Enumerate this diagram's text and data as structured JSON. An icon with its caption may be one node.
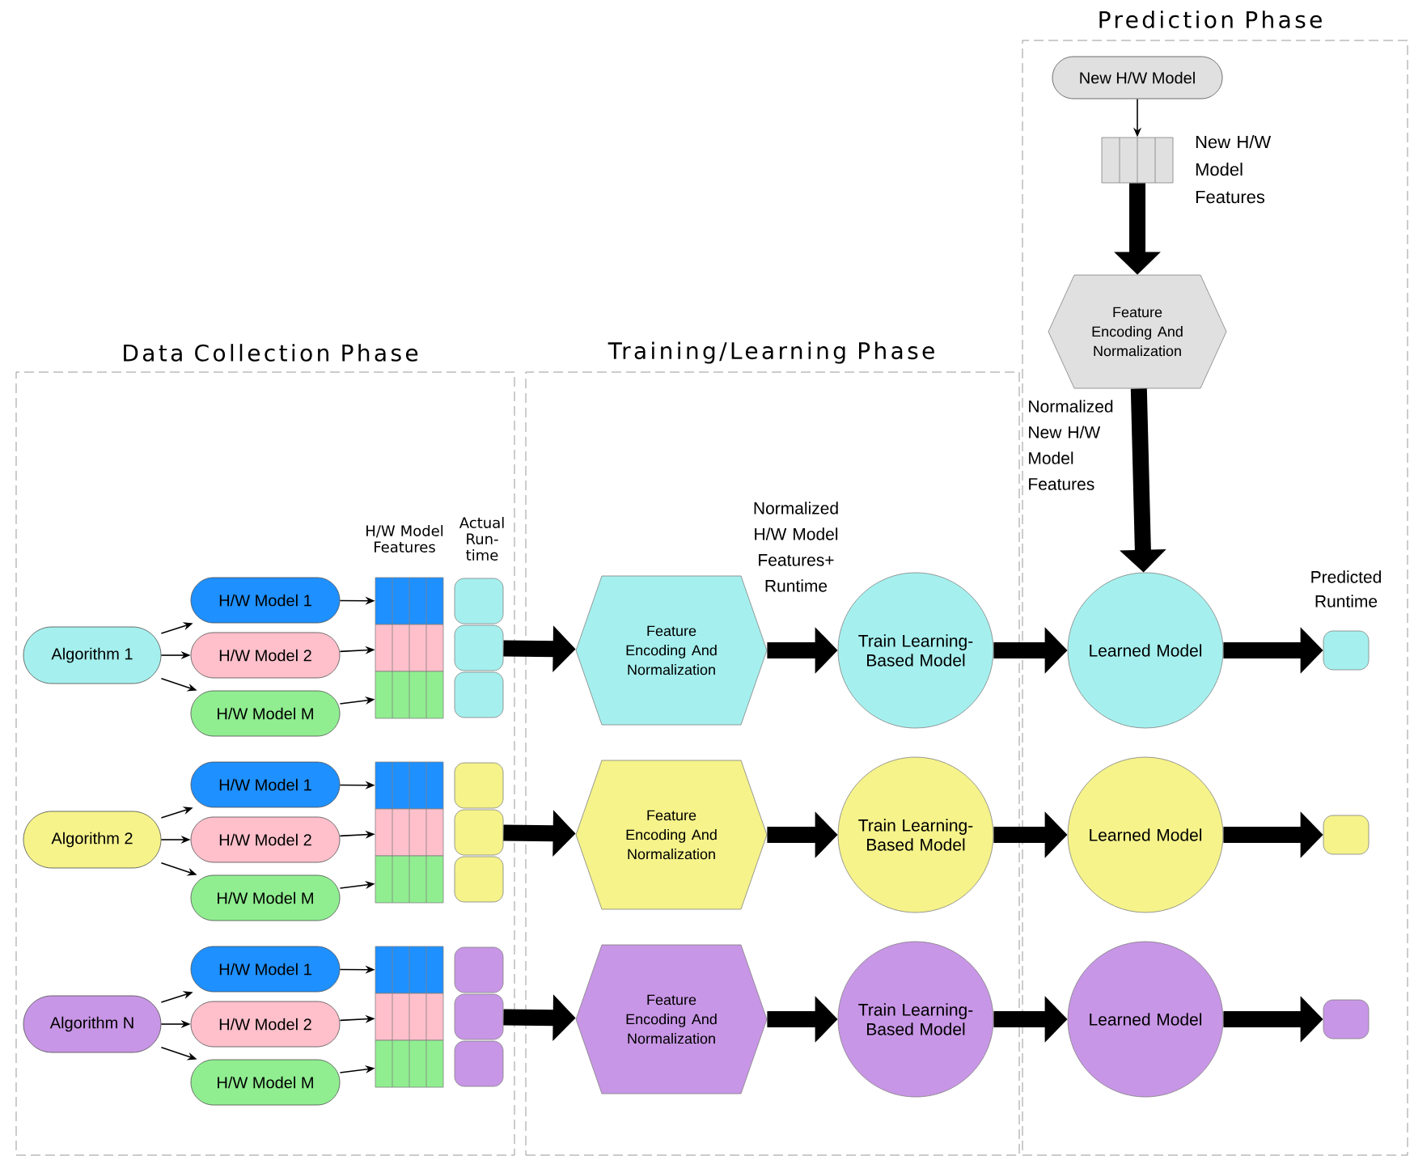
{
  "diagram": {
    "nodes": [
      {
        "text": [
          "Data Collection Phase"
        ]
      },
      {
        "text": [
          "Training/Learning Phase"
        ]
      },
      {
        "text": [
          "Prediction Phase"
        ]
      },
      {
        "text": [
          "Algorithm 1"
        ],
        "in": 0
      },
      {
        "text": [
          "H/W Model 1"
        ],
        "in": 0
      },
      {
        "text": [
          "H/W Model 2"
        ],
        "in": 0
      },
      {
        "text": [
          "H/W Model M"
        ],
        "in": 0
      },
      {
        "text": [],
        "shape": "box",
        "in": 0
      },
      {
        "text": [],
        "shape": "box",
        "in": 0
      },
      {
        "text": [],
        "shape": "box",
        "in": 0
      },
      {
        "text": [],
        "shape": "box",
        "in": 0
      },
      {
        "text": [],
        "shape": "box",
        "in": 0
      },
      {
        "text": [],
        "shape": "box",
        "in": 0
      },
      {
        "text": [
          "Feature Encoding And Normalization"
        ],
        "in": 1
      },
      {
        "text": [
          "Train Learning-Based Model"
        ],
        "in": 1
      },
      {
        "text": [
          "Learned Model"
        ],
        "in": 2
      },
      {
        "text": [],
        "shape": "box",
        "in": 2
      },
      {
        "text": [
          "Algorithm 2"
        ],
        "in": 0
      },
      {
        "text": [
          "H/W Model 1"
        ],
        "in": 0
      },
      {
        "text": [
          "H/W Model 2"
        ],
        "in": 0
      },
      {
        "text": [
          "H/W Model M"
        ],
        "in": 0
      },
      {
        "text": [],
        "shape": "box",
        "in": 0
      },
      {
        "text": [],
        "shape": "box",
        "in": 0
      },
      {
        "text": [],
        "shape": "box",
        "in": 0
      },
      {
        "text": [],
        "shape": "box",
        "in": 0
      },
      {
        "text": [],
        "shape": "box",
        "in": 0
      },
      {
        "text": [],
        "shape": "box",
        "in": 0
      },
      {
        "text": [
          "Feature Encoding And Normalization"
        ],
        "in": 1
      },
      {
        "text": [
          "Train Learning-Based Model"
        ],
        "in": 1
      },
      {
        "text": [
          "Learned Model"
        ],
        "in": 2
      },
      {
        "text": [],
        "shape": "box",
        "in": 2
      },
      {
        "text": [
          "Algorithm N"
        ],
        "in": 0
      },
      {
        "text": [
          "H/W Model 1"
        ],
        "in": 0
      },
      {
        "text": [
          "H/W Model 2"
        ],
        "in": 0
      },
      {
        "text": [
          "H/W Model M"
        ],
        "in": 0
      },
      {
        "text": [],
        "shape": "box",
        "in": 0
      },
      {
        "text": [],
        "shape": "box",
        "in": 0
      },
      {
        "text": [],
        "shape": "box",
        "in": 0
      },
      {
        "text": [],
        "shape": "box",
        "in": 0
      },
      {
        "text": [],
        "shape": "box",
        "in": 0
      },
      {
        "text": [],
        "shape": "box",
        "in": 0
      },
      {
        "text": [
          "Feature Encoding And Normalization"
        ],
        "in": 1
      },
      {
        "text": [
          "Train Learning-Based Model"
        ],
        "in": 1
      },
      {
        "text": [
          "Learned Model"
        ],
        "in": 2
      },
      {
        "text": [],
        "shape": "box",
        "in": 2
      },
      {
        "text": [
          "New H/W Model"
        ],
        "in": 2
      },
      {
        "text": [],
        "shape": "box",
        "in": 2,
        "beside": [
          "New H/W Model Features"
        ]
      },
      {
        "text": [
          "Feature Encoding And Normalization"
        ],
        "in": 2
      }
    ],
    "edges": [
      {
        "from": 3,
        "to": 4,
        "arrow": "to"
      },
      {
        "from": 3,
        "to": 5,
        "arrow": "to"
      },
      {
        "from": 3,
        "to": 6,
        "arrow": "to"
      },
      {
        "from": 4,
        "to": 7,
        "arrow": "to"
      },
      {
        "from": 5,
        "to": 8,
        "arrow": "to"
      },
      {
        "from": 6,
        "to": 9,
        "arrow": "to"
      },
      {
        "from": 11,
        "to": 13,
        "arrow": "to",
        "style": "thick"
      },
      {
        "from": 13,
        "to": 14,
        "arrow": "to",
        "style": "thick",
        "label": "Normalized H/W Model Features+ Runtime"
      },
      {
        "from": 14,
        "to": 15,
        "arrow": "to",
        "style": "thick"
      },
      {
        "from": 15,
        "to": 16,
        "arrow": "to",
        "style": "thick"
      },
      {
        "from": 17,
        "to": 18,
        "arrow": "to"
      },
      {
        "from": 17,
        "to": 19,
        "arrow": "to"
      },
      {
        "from": 17,
        "to": 20,
        "arrow": "to"
      },
      {
        "from": 18,
        "to": 21,
        "arrow": "to"
      },
      {
        "from": 19,
        "to": 22,
        "arrow": "to"
      },
      {
        "from": 20,
        "to": 23,
        "arrow": "to"
      },
      {
        "from": 25,
        "to": 27,
        "arrow": "to",
        "style": "thick"
      },
      {
        "from": 27,
        "to": 28,
        "arrow": "to",
        "style": "thick"
      },
      {
        "from": 28,
        "to": 29,
        "arrow": "to",
        "style": "thick"
      },
      {
        "from": 29,
        "to": 30,
        "arrow": "to",
        "style": "thick"
      },
      {
        "from": 31,
        "to": 32,
        "arrow": "to"
      },
      {
        "from": 31,
        "to": 33,
        "arrow": "to"
      },
      {
        "from": 31,
        "to": 34,
        "arrow": "to"
      },
      {
        "from": 32,
        "to": 35,
        "arrow": "to"
      },
      {
        "from": 33,
        "to": 36,
        "arrow": "to"
      },
      {
        "from": 34,
        "to": 37,
        "arrow": "to"
      },
      {
        "from": 39,
        "to": 41,
        "arrow": "to",
        "style": "thick"
      },
      {
        "from": 41,
        "to": 42,
        "arrow": "to",
        "style": "thick"
      },
      {
        "from": 42,
        "to": 43,
        "arrow": "to",
        "style": "thick"
      },
      {
        "from": 43,
        "to": 44,
        "arrow": "to",
        "style": "thick"
      },
      {
        "from": 45,
        "to": 46,
        "arrow": "to"
      },
      {
        "from": 46,
        "to": 47,
        "arrow": "to",
        "style": "thick"
      },
      {
        "from": 47,
        "to": 15,
        "arrow": "to",
        "style": "thick",
        "label": "Normalized New H/W Model Features"
      }
    ],
    "labels": [
      "H/W Model Features",
      "Actual Run-time",
      "Predicted Runtime"
    ]
  }
}
